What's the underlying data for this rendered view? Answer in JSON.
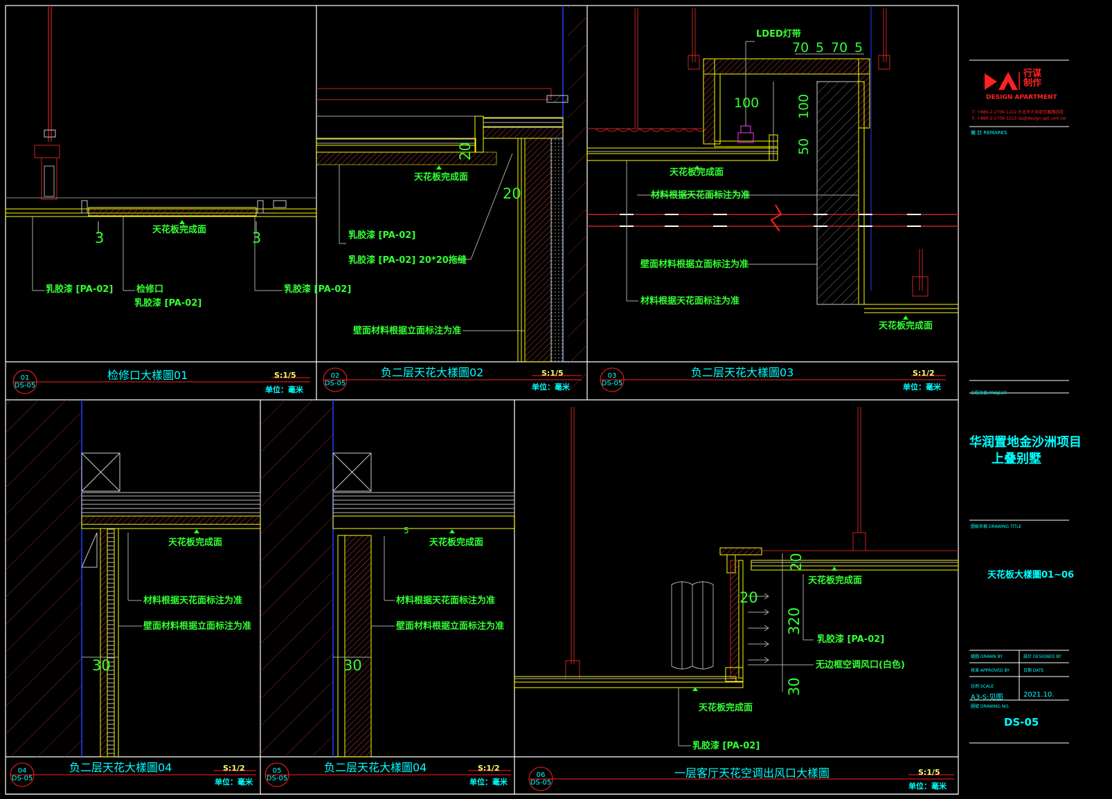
{
  "panels": [
    {
      "num": "01",
      "sheet": "DS-05",
      "title": "检修口大樣圖01",
      "scale": "S:1/5",
      "unit": "单位：毫米"
    },
    {
      "num": "02",
      "sheet": "DS-05",
      "title": "负二层天花大樣圖02",
      "scale": "S:1/5",
      "unit": "单位：毫米"
    },
    {
      "num": "03",
      "sheet": "DS-05",
      "title": "负二层天花大樣圖03",
      "scale": "S:1/2",
      "unit": "单位：毫米"
    },
    {
      "num": "04",
      "sheet": "DS-05",
      "title": "负二层天花大樣圖04",
      "scale": "S:1/2",
      "unit": "单位：毫米"
    },
    {
      "num": "05",
      "sheet": "DS-05",
      "title": "负二层天花大樣圖04",
      "scale": "S:1/2",
      "unit": "单位：毫米"
    },
    {
      "num": "06",
      "sheet": "DS-05",
      "title": "一层客厅天花空调出风口大樣圖",
      "scale": "S:1/5",
      "unit": "单位：毫米"
    }
  ],
  "annotations": {
    "p1": {
      "ceiling": "天花板完成面",
      "dim_left": "3",
      "dim_right": "3",
      "paint_left": "乳胶漆 [PA-02]",
      "access_panel": "检修口",
      "access_paint": "乳胶漆 [PA-02]",
      "paint_right": "乳胶漆 [PA-02]"
    },
    "p2": {
      "ceiling": "天花板完成面",
      "dim_v": "20",
      "dim_h": "20",
      "paint": "乳胶漆 [PA-02]",
      "groove": "乳胶漆 [PA-02] 20*20拖缝",
      "wall": "壁面材料根据立面标注为准"
    },
    "p3": {
      "led": "LDED灯带",
      "d70a": "70",
      "d5a": "5",
      "d70b": "70",
      "d5b": "5",
      "d100h": "100",
      "d100v": "100",
      "d50": "50",
      "ceiling_a": "天花板完成面",
      "material_a": "材料根据天花面标注为准",
      "wall": "壁面材料根据立面标注为准",
      "material_b": "材料根据天花面标注为准",
      "ceiling_b": "天花板完成面"
    },
    "p4": {
      "ceiling": "天花板完成面",
      "material": "材料根据天花面标注为准",
      "wall": "壁面材料根据立面标注为准",
      "dim": "30"
    },
    "p5": {
      "ceiling": "天花板完成面",
      "dim_small": "5",
      "material": "材料根据天花面标注为准",
      "wall": "壁面材料根据立面标注为准",
      "dim": "30"
    },
    "p6": {
      "d20a": "20",
      "d20b": "20",
      "d320": "320",
      "d30": "30",
      "ceiling_a": "天花板完成面",
      "paint_a": "乳胶漆 [PA-02]",
      "vent": "无边框空调风口(白色)",
      "ceiling_b": "天花板完成面",
      "paint_b": "乳胶漆 [PA-02]"
    }
  },
  "title_block": {
    "logo_mark": "DA",
    "logo_cn": "行谋 制作",
    "logo_en": "DESIGN APARTMENT",
    "contact1": "T: +886-2-2709-1222  台北市大安區信義路四段",
    "contact2": "F: +886-2-2709-1223  da@design-apt.com.tw",
    "remarks": "備  註  REMARKS",
    "project_label": "工程名稱 PROJECT",
    "project_line1": "华润置地金沙洲项目",
    "project_line2": "上叠别墅",
    "drawing_title_label": "圖紙名稱 DRAWING TITLE",
    "drawing_title": "天花板大樣圖01~06",
    "drawn_by": "繪圖 DRAWN BY",
    "designed_by": "設計 DESIGNED BY",
    "approved_by": "核准 APPROVED BY",
    "date_label": "日期 DATE",
    "scale_label": "比例 SCALE",
    "scale_value": "A3-S:见图",
    "date_value": "2021.10.",
    "drawing_no_label": "圖號 DRAWING NO.",
    "drawing_no": "DS-05"
  },
  "colors": {
    "line": "#ffffff",
    "green": "#33ff33",
    "yellow": "#ffff00",
    "red": "#ff2222",
    "cyan": "#00ffff",
    "blue": "#2040ff",
    "hatch": "#cc3333"
  }
}
